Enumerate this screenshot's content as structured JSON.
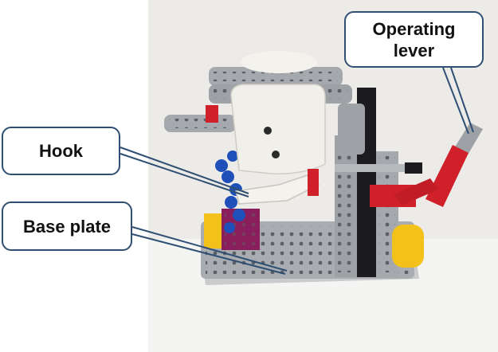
{
  "labels": {
    "hook": "Hook",
    "base_plate": "Base plate",
    "operating_lever_line1": "Operating",
    "operating_lever_line2": "lever"
  },
  "colors": {
    "callout_border": "#2f4f73",
    "background_wall": "#e8e8e6",
    "table_surface": "#f2f2f2",
    "brick_gray": "#a5a9ad",
    "brick_dark_gray": "#6e7378",
    "brick_black": "#1c1c1e",
    "brick_red": "#d0202a",
    "brick_blue": "#1f4fb8",
    "brick_yellow": "#f2c21b",
    "brick_magenta": "#8a1e5c",
    "weight_white": "#f1efe9"
  }
}
